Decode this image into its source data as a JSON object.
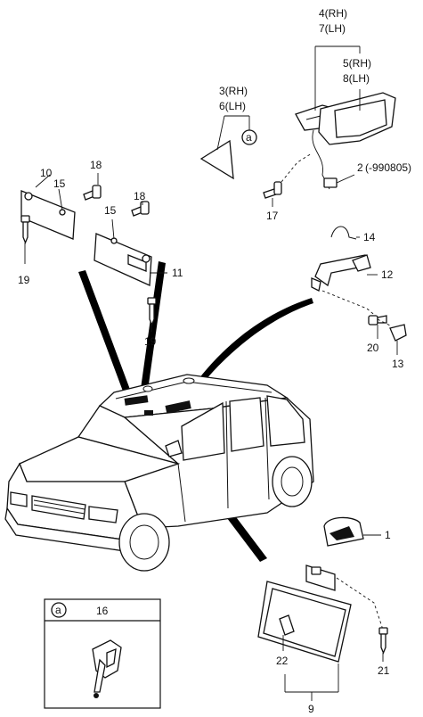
{
  "labels": {
    "c1": "1",
    "c2": "2",
    "c2_note": "(-990805)",
    "c3_6_rh": "3(RH)",
    "c3_6_lh": "6(LH)",
    "c4_7_rh": "4(RH)",
    "c4_7_lh": "7(LH)",
    "c5_8_rh": "5(RH)",
    "c5_8_lh": "8(LH)",
    "c9": "9",
    "c10": "10",
    "c11": "11",
    "c12": "12",
    "c13": "13",
    "c14": "14",
    "c15a": "15",
    "c15b": "15",
    "c16": "16",
    "c17": "17",
    "c18a": "18",
    "c18b": "18",
    "c19a": "19",
    "c19b": "19",
    "c20": "20",
    "c21": "21",
    "c22": "22",
    "ref_a_mirror": "a",
    "ref_a_box": "a"
  }
}
